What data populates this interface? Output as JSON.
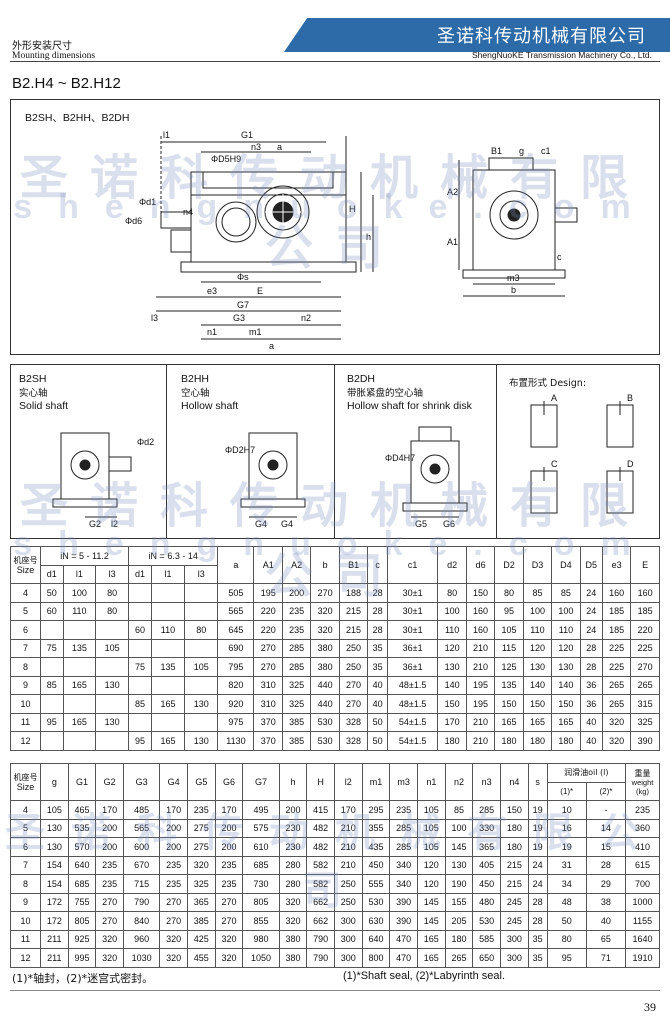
{
  "header": {
    "section_cn": "外形安装尺寸",
    "section_en": "Mounting dimensions",
    "company_cn": "圣诺科传动机械有限公司",
    "company_en": "ShengNuoKE Transmission Machinery Co., Ltd."
  },
  "series_title": "B2.H4 ~ B2.H12",
  "main_drawing": {
    "title": "B2SH、B2HH、B2DH",
    "labels": {
      "l1": "l1",
      "G1": "G1",
      "n3": "n3",
      "a": "a",
      "d5h9": "ΦD5H9",
      "d1": "Φd1",
      "d6": "Φd6",
      "n4": "n4",
      "H": "H",
      "h": "h",
      "s": "Φs",
      "e3": "e3",
      "E": "E",
      "G7": "G7",
      "G3": "G3",
      "l3": "l3",
      "n1": "n1",
      "m1": "m1",
      "n2": "n2",
      "B1": "B1",
      "g": "g",
      "c1": "c1",
      "A2": "A2",
      "A1": "A1",
      "m3": "m3",
      "b": "b",
      "c": "c"
    }
  },
  "variants": {
    "b2sh": {
      "code": "B2SH",
      "cn": "实心轴",
      "en": "Solid shaft",
      "d2": "Φd2",
      "g2": "G2",
      "l2": "l2"
    },
    "b2hh": {
      "code": "B2HH",
      "cn": "空心轴",
      "en": "Hollow shaft",
      "d2h7": "ΦD2H7",
      "g4a": "G4",
      "g4b": "G4"
    },
    "b2dh": {
      "code": "B2DH",
      "cn": "带胀紧盘的空心轴",
      "en": "Hollow shaft for shrink disk",
      "d4h7": "ΦD4H7",
      "g5": "G5",
      "g6": "G6"
    },
    "design": {
      "title": "布置形式 Design:",
      "a": "A",
      "b": "B",
      "c": "C",
      "d": "D"
    }
  },
  "watermark": {
    "cn": "圣诺科传动机械有限公司",
    "en": "shengnuoke.com"
  },
  "table1": {
    "size_cn": "机座号",
    "size_en": "Size",
    "in1": "iN = 5 - 11.2",
    "in2": "iN = 6.3 - 14",
    "sub": [
      "d1",
      "l1",
      "l3",
      "d1",
      "l1",
      "l3"
    ],
    "cols": [
      "a",
      "A1",
      "A2",
      "b",
      "B1",
      "c",
      "c1",
      "d2",
      "d6",
      "D2",
      "D3",
      "D4",
      "D5",
      "e3",
      "E"
    ],
    "rows": [
      [
        "4",
        "50",
        "100",
        "80",
        "",
        "",
        "",
        "505",
        "195",
        "200",
        "270",
        "188",
        "28",
        "30±1",
        "80",
        "150",
        "80",
        "85",
        "85",
        "24",
        "160",
        "160"
      ],
      [
        "5",
        "60",
        "110",
        "80",
        "",
        "",
        "",
        "565",
        "220",
        "235",
        "320",
        "215",
        "28",
        "30±1",
        "100",
        "160",
        "95",
        "100",
        "100",
        "24",
        "185",
        "185"
      ],
      [
        "6",
        "",
        "",
        "",
        "60",
        "110",
        "80",
        "645",
        "220",
        "235",
        "320",
        "215",
        "28",
        "30±1",
        "110",
        "160",
        "105",
        "110",
        "110",
        "24",
        "185",
        "220"
      ],
      [
        "7",
        "75",
        "135",
        "105",
        "",
        "",
        "",
        "690",
        "270",
        "285",
        "380",
        "250",
        "35",
        "36±1",
        "120",
        "210",
        "115",
        "120",
        "120",
        "28",
        "225",
        "225"
      ],
      [
        "8",
        "",
        "",
        "",
        "75",
        "135",
        "105",
        "795",
        "270",
        "285",
        "380",
        "250",
        "35",
        "36±1",
        "130",
        "210",
        "125",
        "130",
        "130",
        "28",
        "225",
        "270"
      ],
      [
        "9",
        "85",
        "165",
        "130",
        "",
        "",
        "",
        "820",
        "310",
        "325",
        "440",
        "270",
        "40",
        "48±1.5",
        "140",
        "195",
        "135",
        "140",
        "140",
        "36",
        "265",
        "265"
      ],
      [
        "10",
        "",
        "",
        "",
        "85",
        "165",
        "130",
        "920",
        "310",
        "325",
        "440",
        "270",
        "40",
        "48±1.5",
        "150",
        "195",
        "150",
        "150",
        "150",
        "36",
        "265",
        "315"
      ],
      [
        "11",
        "95",
        "165",
        "130",
        "",
        "",
        "",
        "975",
        "370",
        "385",
        "530",
        "328",
        "50",
        "54±1.5",
        "170",
        "210",
        "165",
        "165",
        "165",
        "40",
        "320",
        "325"
      ],
      [
        "12",
        "",
        "",
        "",
        "95",
        "165",
        "130",
        "1130",
        "370",
        "385",
        "530",
        "328",
        "50",
        "54±1.5",
        "180",
        "210",
        "180",
        "180",
        "180",
        "40",
        "320",
        "390"
      ]
    ]
  },
  "table2": {
    "size_cn": "机座号",
    "size_en": "Size",
    "cols": [
      "g",
      "G1",
      "G2",
      "G3",
      "G4",
      "G5",
      "G6",
      "G7",
      "h",
      "H",
      "l2",
      "m1",
      "m3",
      "n1",
      "n2",
      "n3",
      "n4",
      "s"
    ],
    "oil_label": "润滑油oil (l)",
    "oil_sub1": "(1)*",
    "oil_sub2": "(2)*",
    "weight_cn": "重量",
    "weight_en": "weight",
    "weight_unit": "(kg)",
    "rows": [
      [
        "4",
        "105",
        "465",
        "170",
        "485",
        "170",
        "235",
        "170",
        "495",
        "200",
        "415",
        "170",
        "295",
        "235",
        "105",
        "85",
        "285",
        "150",
        "19",
        "10",
        "-",
        "235"
      ],
      [
        "5",
        "130",
        "535",
        "200",
        "565",
        "200",
        "275",
        "200",
        "575",
        "230",
        "482",
        "210",
        "355",
        "285",
        "105",
        "100",
        "330",
        "180",
        "19",
        "16",
        "14",
        "360"
      ],
      [
        "6",
        "130",
        "570",
        "200",
        "600",
        "200",
        "275",
        "200",
        "610",
        "230",
        "482",
        "210",
        "435",
        "285",
        "105",
        "145",
        "365",
        "180",
        "19",
        "19",
        "15",
        "410"
      ],
      [
        "7",
        "154",
        "640",
        "235",
        "670",
        "235",
        "320",
        "235",
        "685",
        "280",
        "582",
        "210",
        "450",
        "340",
        "120",
        "130",
        "405",
        "215",
        "24",
        "31",
        "28",
        "615"
      ],
      [
        "8",
        "154",
        "685",
        "235",
        "715",
        "235",
        "325",
        "235",
        "730",
        "280",
        "582",
        "250",
        "555",
        "340",
        "120",
        "190",
        "450",
        "215",
        "24",
        "34",
        "29",
        "700"
      ],
      [
        "9",
        "172",
        "755",
        "270",
        "790",
        "270",
        "365",
        "270",
        "805",
        "320",
        "662",
        "250",
        "530",
        "390",
        "145",
        "155",
        "480",
        "245",
        "28",
        "48",
        "38",
        "1000"
      ],
      [
        "10",
        "172",
        "805",
        "270",
        "840",
        "270",
        "385",
        "270",
        "855",
        "320",
        "662",
        "300",
        "630",
        "390",
        "145",
        "205",
        "530",
        "245",
        "28",
        "50",
        "40",
        "1155"
      ],
      [
        "11",
        "211",
        "925",
        "320",
        "960",
        "320",
        "425",
        "320",
        "980",
        "380",
        "790",
        "300",
        "640",
        "470",
        "165",
        "180",
        "585",
        "300",
        "35",
        "80",
        "65",
        "1640"
      ],
      [
        "12",
        "211",
        "995",
        "320",
        "1030",
        "320",
        "455",
        "320",
        "1050",
        "380",
        "790",
        "300",
        "800",
        "470",
        "165",
        "265",
        "650",
        "300",
        "35",
        "95",
        "71",
        "1910"
      ]
    ]
  },
  "footnote_cn": "(1)*轴封，(2)*迷宫式密封。",
  "footnote_en": "(1)*Shaft seal, (2)*Labyrinth seal.",
  "page_number": "39"
}
